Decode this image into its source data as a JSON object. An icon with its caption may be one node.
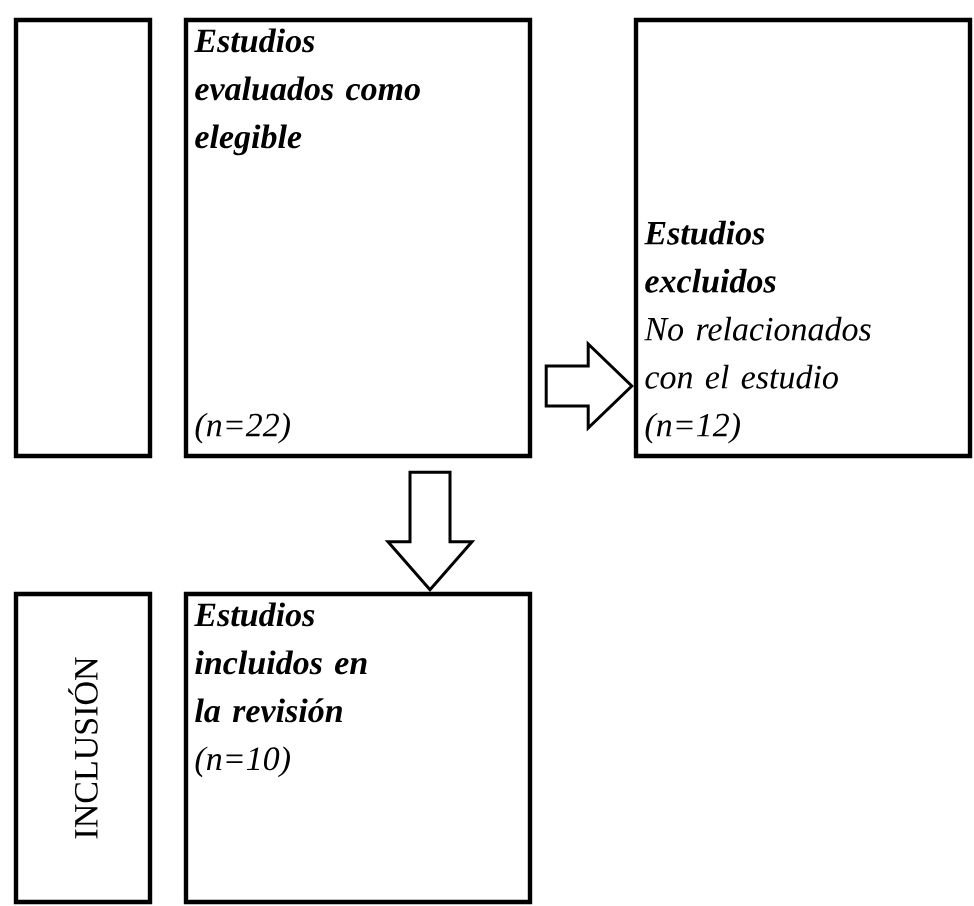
{
  "diagram": {
    "nodes": [
      {
        "text": [],
        "shape": "box"
      },
      {
        "text": [
          "Estudios evaluados como elegible",
          "(n=22)"
        ]
      },
      {
        "text": [
          "Estudios excluidos",
          "No relacionados con el estudio",
          "(n=12)"
        ]
      },
      {
        "text": [
          "INCLUSIÓN"
        ]
      },
      {
        "text": [
          "Estudios incluidos en la revisión",
          "(n=10)"
        ]
      }
    ],
    "edges": [
      {
        "from": 1,
        "to": 2,
        "arrow": "to"
      },
      {
        "from": 1,
        "to": 4,
        "arrow": "to"
      }
    ]
  }
}
